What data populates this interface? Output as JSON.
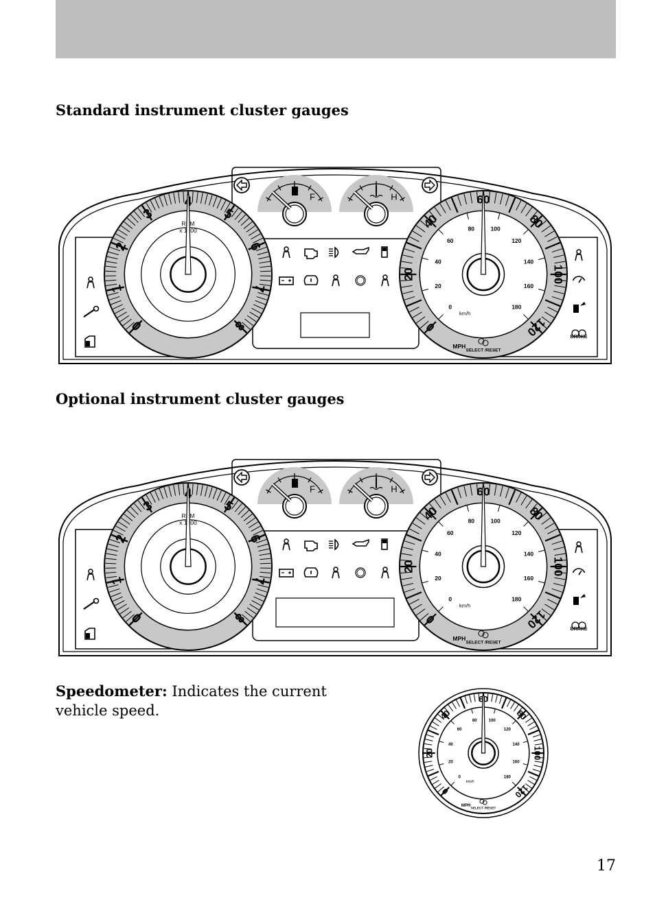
{
  "headings": {
    "standard": "Standard instrument cluster gauges",
    "optional": "Optional instrument cluster gauges"
  },
  "speedometer": {
    "term": "Speedometer:",
    "description": " Indicates the current vehicle speed."
  },
  "page_number": "17",
  "cluster_labels": {
    "rpm": "RPM",
    "rpm_scale": "x 1000",
    "fuel_full": "F",
    "temp_hot": "H",
    "mph": "MPH",
    "kmh": "km/h",
    "select_reset": "SELECT /RESET",
    "brake": "BRAKE",
    "tach_ticks": [
      "0",
      "1",
      "2",
      "3",
      "4",
      "5",
      "6",
      "7",
      "8"
    ],
    "mph_ticks": [
      "0",
      "20",
      "40",
      "60",
      "80",
      "100",
      "120"
    ],
    "kmh_ticks": [
      "0",
      "20",
      "40",
      "60",
      "80",
      "100",
      "120",
      "140",
      "160",
      "180"
    ]
  },
  "colors": {
    "gauge_fill": "#c8c8c8",
    "header_band": "#bebebe"
  },
  "icons": {
    "left_column": [
      "seatbelt-passenger-icon",
      "wrench-icon",
      "door-ajar-icon"
    ],
    "center_top": [
      "airbag-icon",
      "check-engine-icon",
      "headlamp-icon",
      "oil-pressure-icon",
      "fuel-icon"
    ],
    "center_bottom": [
      "battery-icon",
      "tire-pressure-icon",
      "airbag-occupant-icon",
      "abs-icon",
      "seatbelt-icon"
    ],
    "right_column": [
      "traction-control-icon",
      "speed-control-icon",
      "fuel-door-icon",
      "brake-warning-icon"
    ]
  }
}
